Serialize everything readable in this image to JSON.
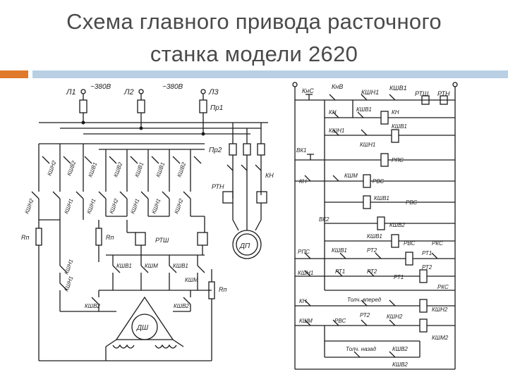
{
  "slide": {
    "title_line1": "Схема главного привода расточного",
    "title_line2": "станка модели 2620"
  },
  "colors": {
    "title": "#4a4a4a",
    "accent_square": "#e07a2a",
    "accent_bar": "#b9cfe3",
    "line": "#1a1a1a"
  },
  "power_circuit": {
    "phases": [
      "Л1",
      "Л2",
      "Л3"
    ],
    "voltage_labels": [
      "~380В",
      "~380В"
    ],
    "fuses": [
      "Пр1",
      "Пр2"
    ],
    "contacts_upper": [
      "КШН2",
      "КШВ2",
      "КШВ1",
      "КШВ2",
      "КШВ1",
      "КШВ1",
      "КШВ2",
      "КН"
    ],
    "contacts_lower": [
      "КШН2",
      "КШН1",
      "КШН1",
      "КШН2",
      "КШН1",
      "КШН1",
      "КШН2"
    ],
    "relays": [
      "РТН",
      "РТШ"
    ],
    "resistors": [
      "Rп",
      "Rп",
      "Rп"
    ],
    "motor_contacts": [
      "КШН1",
      "КШВ1",
      "КШМ",
      "КШВ1",
      "КШМ",
      "КШВ2",
      "КШВ2",
      "КШН1"
    ],
    "motors": [
      "ДП",
      "ДШ"
    ]
  },
  "control_circuit": {
    "top_labels": [
      "КнС",
      "КнВ",
      "КШН1",
      "КШВ1",
      "РТШ",
      "РТН"
    ],
    "row_labels": [
      "КН",
      "КШВ1",
      "КН",
      "КШН1",
      "КШН1",
      "КШВ1",
      "ВК1",
      "РПС",
      "КН",
      "КШМ",
      "РВС",
      "КШВ1",
      "РВС",
      "ВК2",
      "КШВ2",
      "КШВ1",
      "РВС",
      "РКС",
      "РПС",
      "КШВ1",
      "РТ2",
      "РТ1",
      "КШН1",
      "РТ1",
      "РТ2",
      "РТ1",
      "РТ2",
      "РКС",
      "КН",
      "Толч. вперед",
      "КШН2",
      "КШМ",
      "РВС",
      "РТ2",
      "КШН2",
      "КШМ2",
      "Толч. назад",
      "КШВ2",
      "КШВ2"
    ]
  }
}
